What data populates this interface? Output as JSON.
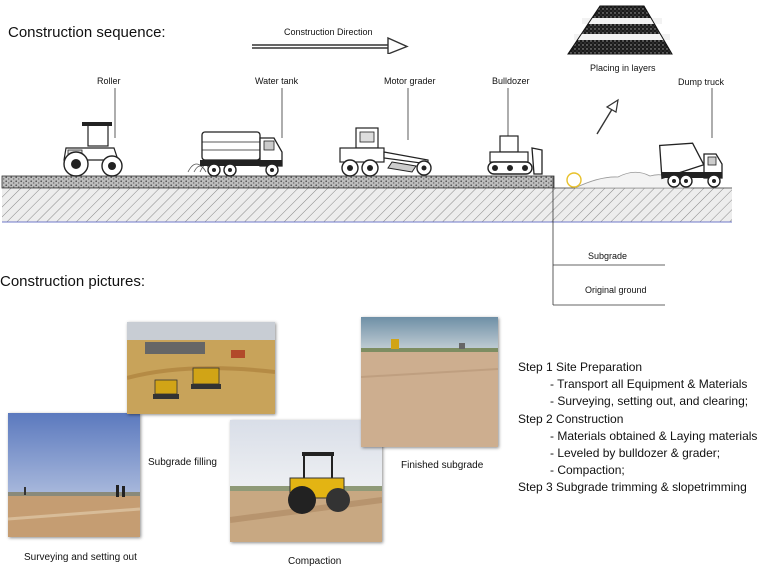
{
  "diagram": {
    "title": "Construction sequence:",
    "direction_label": "Construction Direction",
    "layers_label": "Placing in layers",
    "equipment": [
      {
        "name": "Roller",
        "icon": "roller-icon"
      },
      {
        "name": "Water tank",
        "icon": "water-tank-truck-icon"
      },
      {
        "name": "Motor grader",
        "icon": "motor-grader-icon"
      },
      {
        "name": "Bulldozer",
        "icon": "bulldozer-icon"
      },
      {
        "name": "Dump truck",
        "icon": "dump-truck-icon"
      }
    ],
    "legend": [
      "Subgrade",
      "Original ground"
    ]
  },
  "pictures": {
    "title": "Construction pictures:",
    "photos": [
      {
        "caption": "Surveying and setting out",
        "icon": "photo-surveying"
      },
      {
        "caption": "Subgrade filling",
        "icon": "photo-subgrade-filling"
      },
      {
        "caption": "Compaction",
        "icon": "photo-compaction"
      },
      {
        "caption": "Finished subgrade",
        "icon": "photo-finished-subgrade"
      }
    ]
  },
  "steps": [
    {
      "text": "Step 1 Site Preparation",
      "level": 0
    },
    {
      "text": "- Transport all Equipment & Materials",
      "level": 1
    },
    {
      "text": "- Surveying, setting out, and clearing;",
      "level": 1
    },
    {
      "text": "Step 2 Construction",
      "level": 0
    },
    {
      "text": "- Materials obtained & Laying materials",
      "level": 1
    },
    {
      "text": "- Leveled by bulldozer & grader;",
      "level": 1
    },
    {
      "text": "- Compaction;",
      "level": 1
    },
    {
      "text": "Step 3 Subgrade trimming & slopetrimming",
      "level": 0
    }
  ],
  "colors": {
    "ground_stroke": "#333333",
    "sky": "#7d96c8",
    "sand": "#c9a972",
    "accent_yellow": "#e8c12a"
  }
}
